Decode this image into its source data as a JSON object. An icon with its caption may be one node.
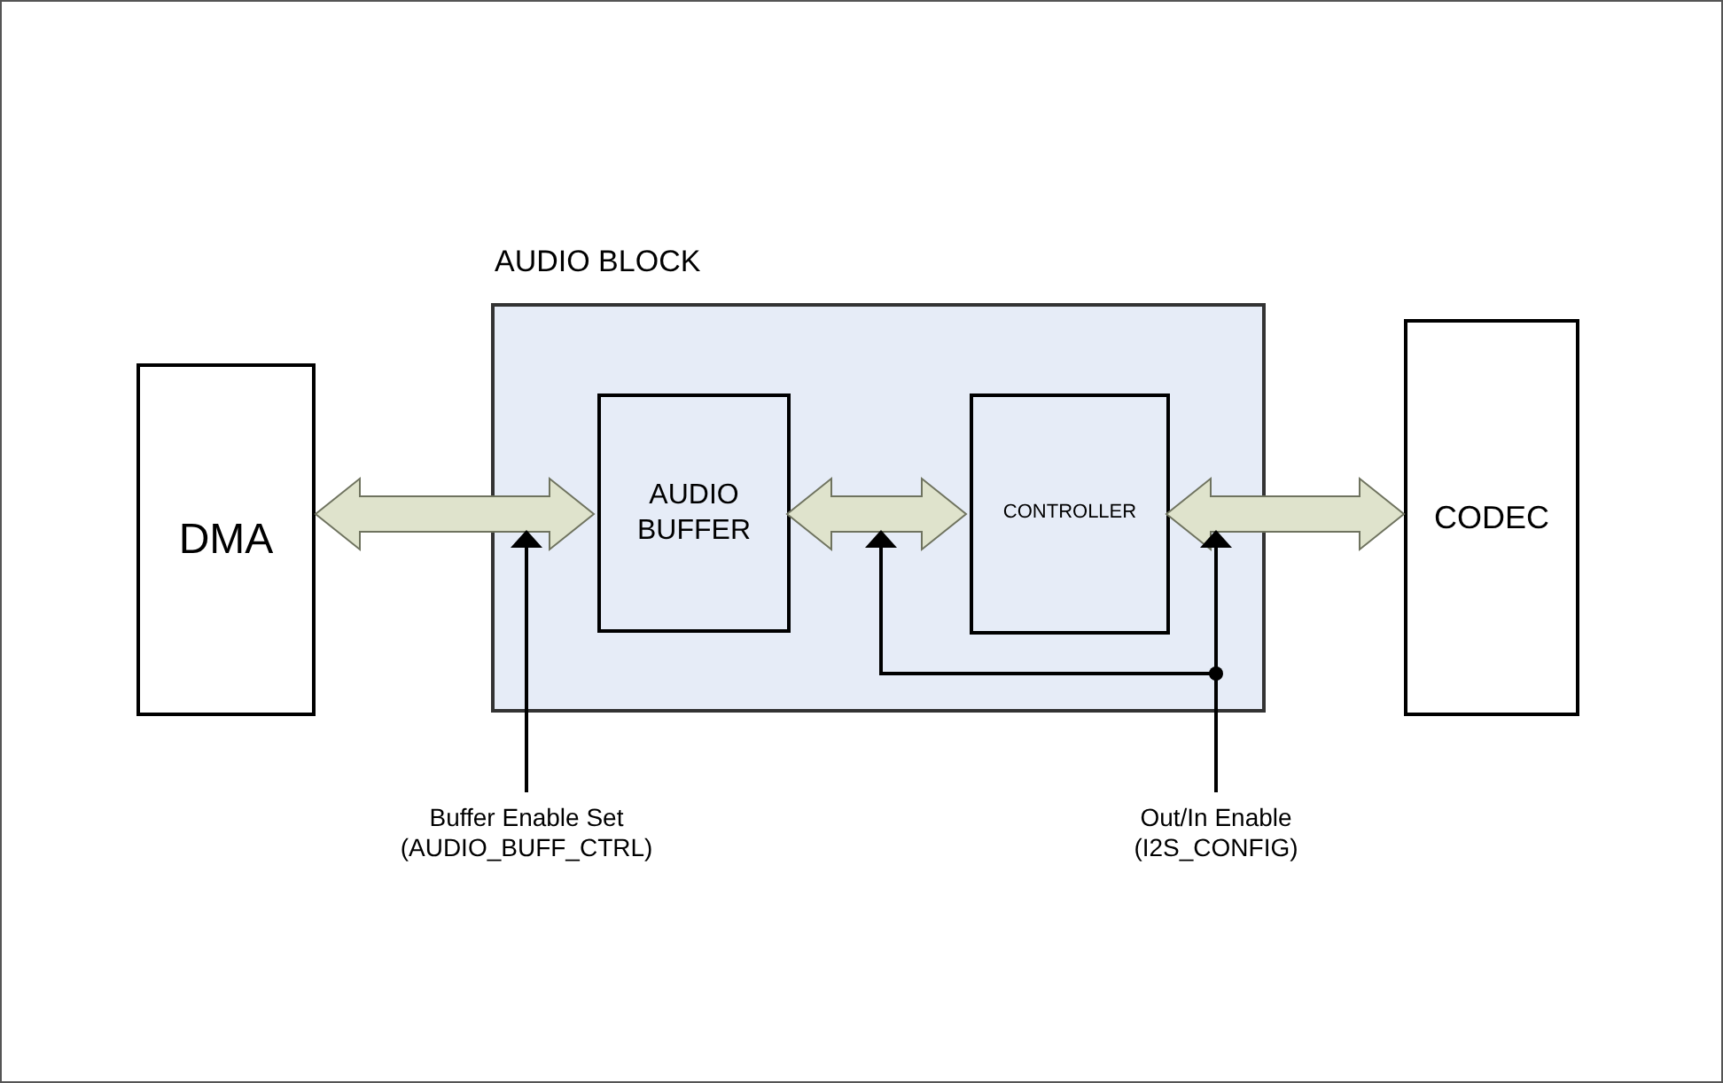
{
  "diagram": {
    "nodes": [
      {
        "text": [
          "AUDIO BLOCK"
        ]
      },
      {
        "text": [
          "DMA"
        ]
      },
      {
        "text": [
          "AUDIO BUFFER"
        ],
        "in": 0
      },
      {
        "text": [
          "CONTROLLER"
        ],
        "in": 0
      },
      {
        "text": [
          "CODEC"
        ]
      },
      {
        "text": [
          "Buffer Enable Set (AUDIO_BUFF_CTRL)"
        ]
      },
      {
        "text": [
          "Out/In Enable (I2S_CONFIG)"
        ]
      }
    ],
    "edges": [
      {
        "from": 1,
        "to": 2,
        "arrow": "both",
        "style": "thick",
        "color": "#dfe3cc"
      },
      {
        "from": 2,
        "to": 3,
        "arrow": "both",
        "style": "thick",
        "color": "#dfe3cc"
      },
      {
        "from": 3,
        "to": 4,
        "arrow": "both",
        "style": "thick",
        "color": "#dfe3cc"
      },
      {
        "from": 5,
        "to": 0,
        "arrow": "to"
      },
      {
        "from": 6,
        "to": 0,
        "arrow": "to"
      },
      {
        "from": 6,
        "to": null,
        "arrow": "to"
      }
    ]
  }
}
